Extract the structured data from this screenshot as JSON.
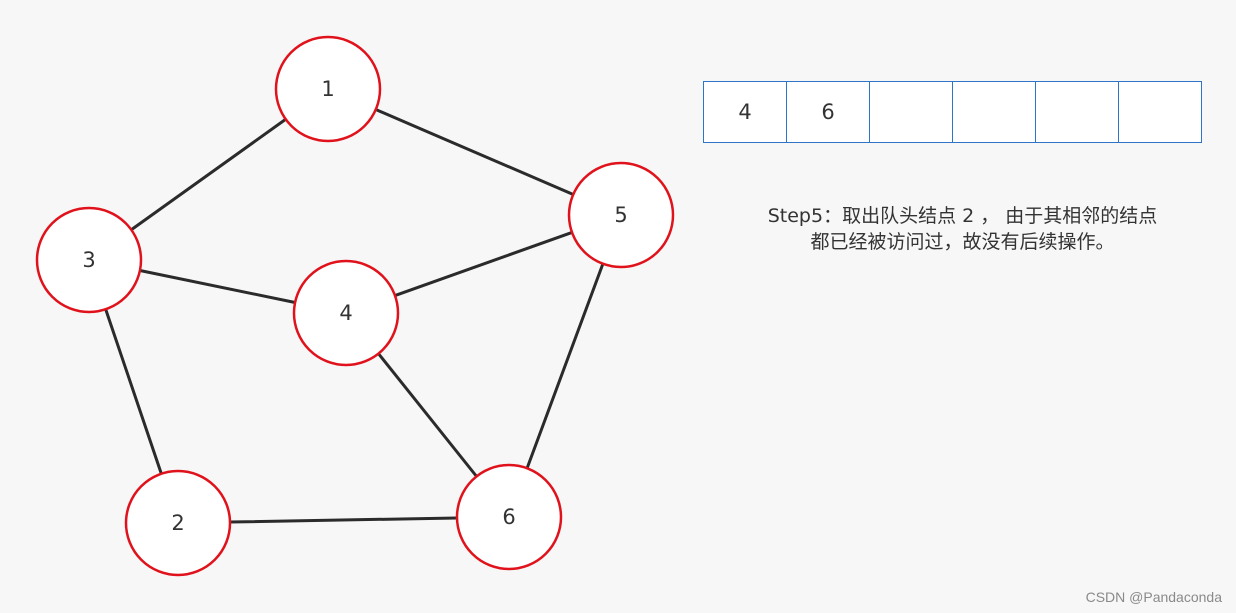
{
  "graph": {
    "nodes": [
      {
        "id": "1",
        "label": "1"
      },
      {
        "id": "2",
        "label": "2"
      },
      {
        "id": "3",
        "label": "3"
      },
      {
        "id": "4",
        "label": "4"
      },
      {
        "id": "5",
        "label": "5"
      },
      {
        "id": "6",
        "label": "6"
      }
    ],
    "edges": [
      {
        "from": "1",
        "to": "3"
      },
      {
        "from": "1",
        "to": "5"
      },
      {
        "from": "3",
        "to": "4"
      },
      {
        "from": "3",
        "to": "2"
      },
      {
        "from": "4",
        "to": "5"
      },
      {
        "from": "4",
        "to": "6"
      },
      {
        "from": "5",
        "to": "6"
      },
      {
        "from": "2",
        "to": "6"
      }
    ],
    "node_stroke_color": "#e0121b",
    "edge_color": "#2b2b2b"
  },
  "queue": {
    "cells": [
      "4",
      "6",
      "",
      "",
      "",
      ""
    ],
    "border_color": "#2e75c7"
  },
  "caption": {
    "line1": "Step5：取出队头结点 2 ， 由于其相邻的结点",
    "line2": "都已经被访问过，故没有后续操作。"
  },
  "watermark": "CSDN @Pandaconda"
}
